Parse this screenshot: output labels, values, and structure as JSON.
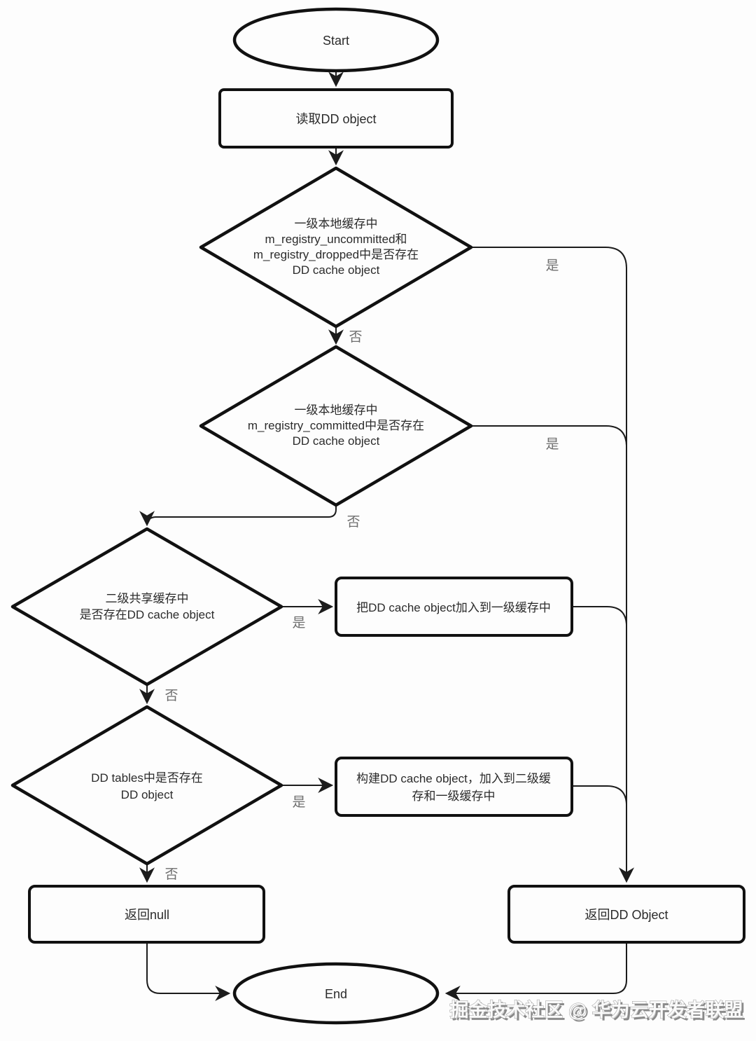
{
  "nodes": {
    "start": {
      "label": "Start"
    },
    "read_dd": {
      "label": "读取DD object"
    },
    "check_uncommitted": {
      "lines": [
        "一级本地缓存中",
        "m_registry_uncommitted和",
        "m_registry_dropped中是否存在",
        "DD cache object"
      ]
    },
    "check_committed": {
      "lines": [
        "一级本地缓存中",
        "m_registry_committed中是否存在",
        "DD cache object"
      ]
    },
    "check_shared": {
      "lines": [
        "二级共享缓存中",
        "是否存在DD cache object"
      ]
    },
    "add_to_l1": {
      "label": "把DD cache object加入到一级缓存中"
    },
    "check_dd_tables": {
      "lines": [
        "DD tables中是否存在",
        "DD object"
      ]
    },
    "build_cache": {
      "lines": [
        "构建DD cache object，加入到二级缓",
        "存和一级缓存中"
      ]
    },
    "return_null": {
      "label": "返回null"
    },
    "return_dd": {
      "label": "返回DD Object"
    },
    "end": {
      "label": "End"
    }
  },
  "edges": [
    {
      "from": "start",
      "to": "read_dd",
      "label": ""
    },
    {
      "from": "read_dd",
      "to": "check_uncommitted",
      "label": ""
    },
    {
      "from": "check_uncommitted",
      "to": "return_dd",
      "label": "是"
    },
    {
      "from": "check_uncommitted",
      "to": "check_committed",
      "label": "否"
    },
    {
      "from": "check_committed",
      "to": "return_dd",
      "label": "是"
    },
    {
      "from": "check_committed",
      "to": "check_shared",
      "label": "否"
    },
    {
      "from": "check_shared",
      "to": "add_to_l1",
      "label": "是"
    },
    {
      "from": "add_to_l1",
      "to": "return_dd",
      "label": ""
    },
    {
      "from": "check_shared",
      "to": "check_dd_tables",
      "label": "否"
    },
    {
      "from": "check_dd_tables",
      "to": "build_cache",
      "label": "是"
    },
    {
      "from": "build_cache",
      "to": "return_dd",
      "label": ""
    },
    {
      "from": "check_dd_tables",
      "to": "return_null",
      "label": "否"
    },
    {
      "from": "return_null",
      "to": "end",
      "label": ""
    },
    {
      "from": "return_dd",
      "to": "end",
      "label": ""
    }
  ],
  "watermark": "掘金技术社区 @ 华为云开发者联盟",
  "colors": {
    "shape_stroke": "#111111",
    "connector": "#1c1c1c",
    "node_text": "#2b2b2b",
    "edge_label_text": "#6e6e6e",
    "background": "#fdfdfd"
  }
}
